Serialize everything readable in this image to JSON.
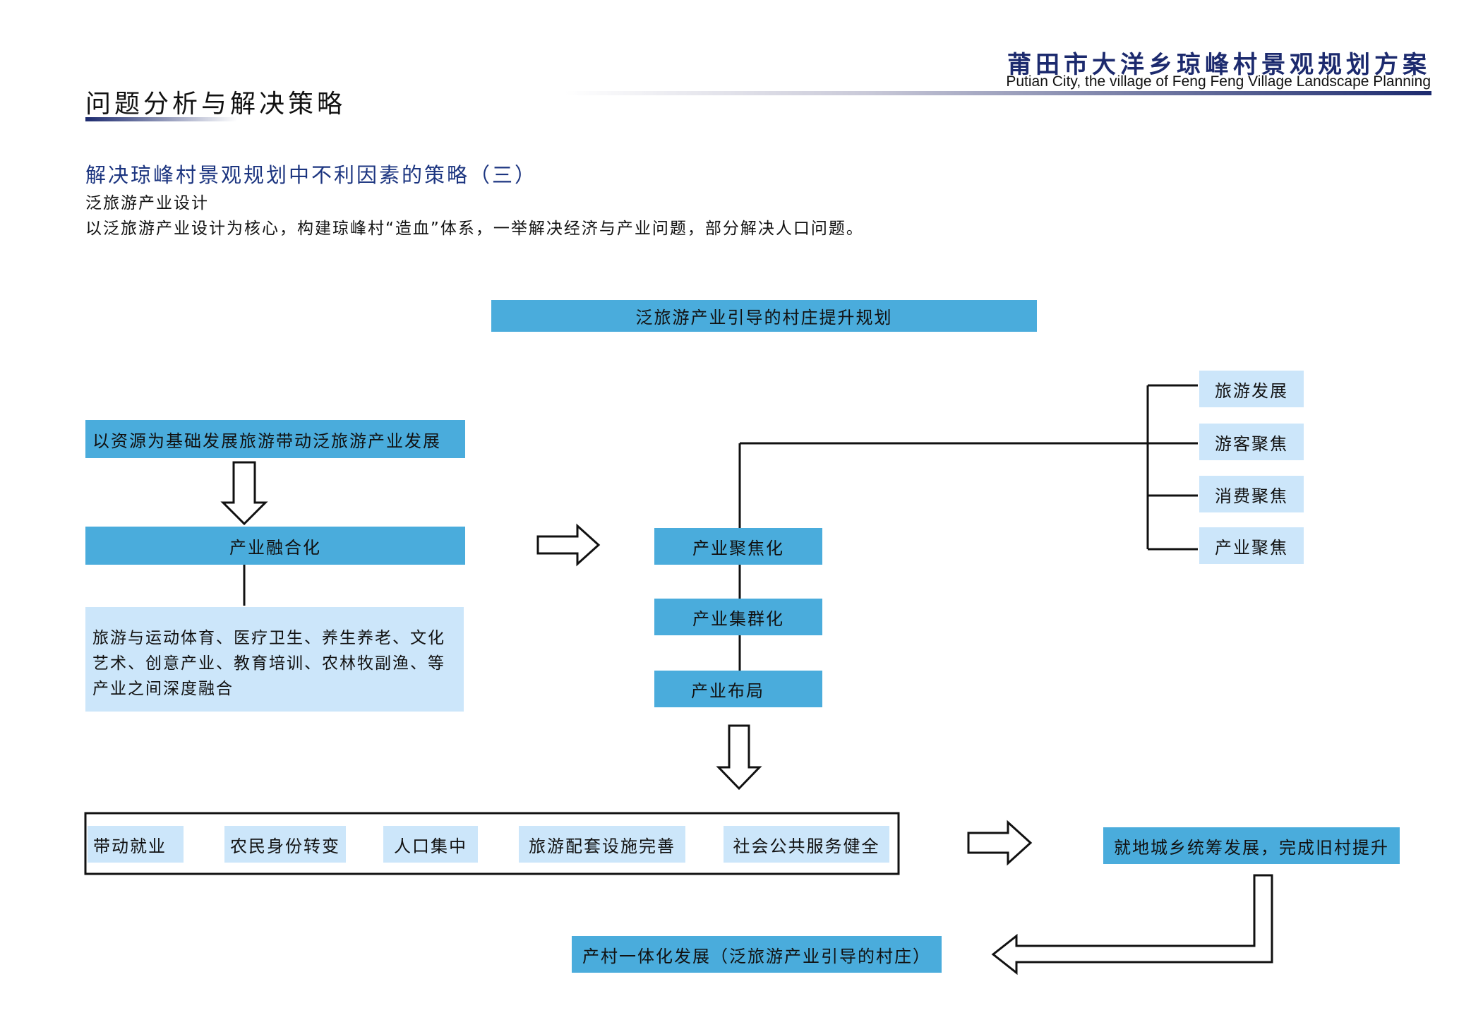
{
  "header": {
    "section_title": "问题分析与解决策略",
    "brand_cn": "莆田市大洋乡琼峰村景观规划方案",
    "brand_en": "Putian City, the village of Feng Feng Village Landscape Planning"
  },
  "intro": {
    "heading": "解决琼峰村景观规划中不利因素的策略（三）",
    "subheading": "泛旅游产业设计",
    "description": "以泛旅游产业设计为核心，构建琼峰村“造血”体系，一举解决经济与产业问题，部分解决人口问题。"
  },
  "diagram": {
    "top_title": "泛旅游产业引导的村庄提升规划",
    "left": {
      "base": "以资源为基础发展旅游带动泛旅游产业发展",
      "fusion": "产业融合化",
      "fusion_detail": "旅游与运动体育、医疗卫生、养生养老、文化艺术、创意产业、教育培训、农林牧副渔、等产业之间深度融合"
    },
    "middle": {
      "focus": "产业聚焦化",
      "cluster": "产业集群化",
      "layout": "产业布局"
    },
    "right_branches": [
      "旅游发展",
      "游客聚焦",
      "消费聚焦",
      "产业聚焦"
    ],
    "outcomes": [
      "带动就业",
      "农民身份转变",
      "人口集中",
      "旅游配套设施完善",
      "社会公共服务健全"
    ],
    "result": "就地城乡统筹发展，完成旧村提升",
    "final": "产村一体化发展（泛旅游产业引导的村庄）"
  }
}
